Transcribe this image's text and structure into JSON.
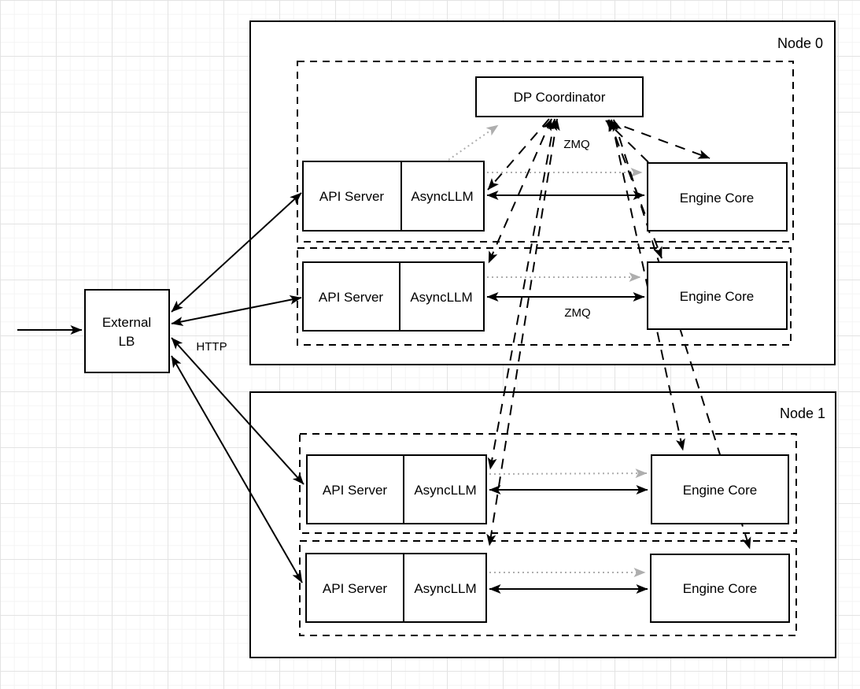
{
  "nodes": [
    {
      "label": "Node 0"
    },
    {
      "label": "Node 1"
    }
  ],
  "external_lb": {
    "line1": "External",
    "line2": "LB"
  },
  "dp_coordinator": {
    "label": "DP Coordinator"
  },
  "rows": [
    {
      "api_server": "API Server",
      "asyncllm": "AsyncLLM",
      "engine_core": "Engine Core"
    },
    {
      "api_server": "API Server",
      "asyncllm": "AsyncLLM",
      "engine_core": "Engine Core"
    },
    {
      "api_server": "API Server",
      "asyncllm": "AsyncLLM",
      "engine_core": "Engine Core"
    },
    {
      "api_server": "API Server",
      "asyncllm": "AsyncLLM",
      "engine_core": "Engine Core"
    }
  ],
  "edge_labels": {
    "http": "HTTP",
    "zmq_coordinator": "ZMQ",
    "zmq_row2": "ZMQ"
  },
  "colors": {
    "stroke": "#000000",
    "dotted_gray": "#aeaeae",
    "background": "#ffffff",
    "grid_minor": "#f4f4f4",
    "grid_major": "#e3e3e3"
  }
}
